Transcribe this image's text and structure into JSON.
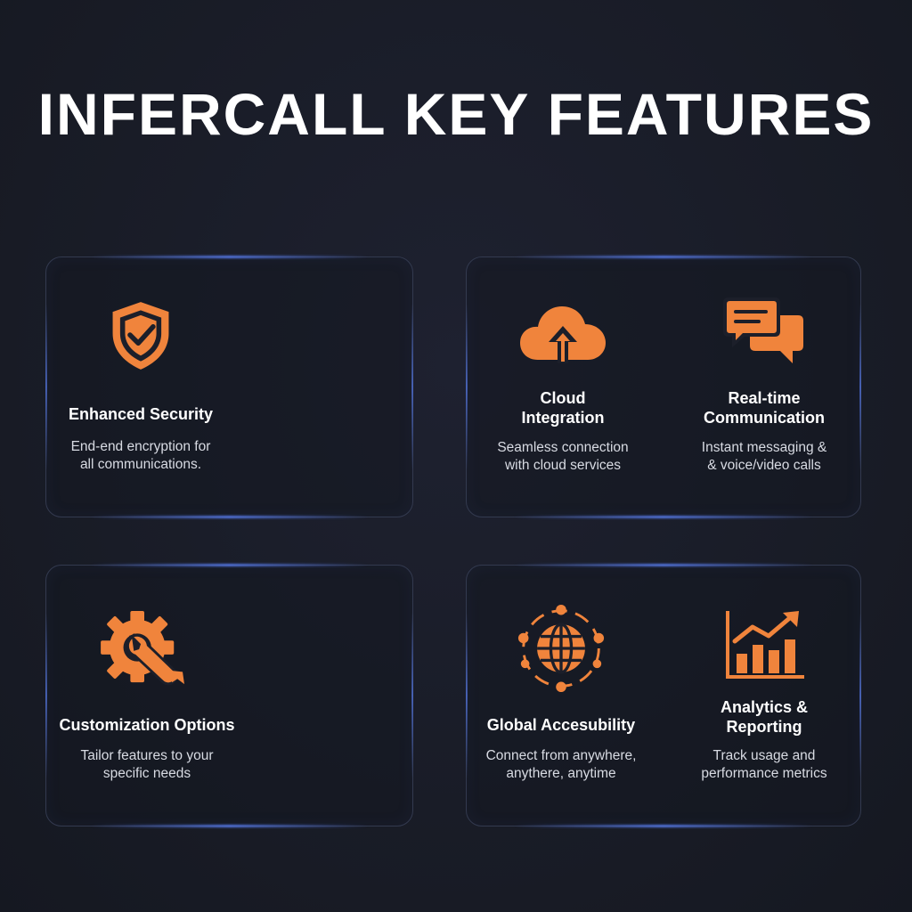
{
  "page": {
    "title": "INFERCALL KEY FEATURES"
  },
  "colors": {
    "accent": "#f0843c",
    "background": "#1a1d28",
    "card_border": "#333a4f",
    "glow": "#5a82ff"
  },
  "features": [
    {
      "icon": "shield-check-icon",
      "title": "Enhanced Security",
      "description": "End-end encryption for\nall communications."
    },
    {
      "icon": "cloud-upload-icon",
      "title": "Cloud\nIntegration",
      "description": "Seamless connection\nwith cloud services"
    },
    {
      "icon": "chat-bubbles-icon",
      "title": "Real-time\nCommunication",
      "description": "Instant messaging &\n& voice/video calls"
    },
    {
      "icon": "gear-wrench-icon",
      "title": "Customization Options",
      "description": "Tailor features to your\nspecific needs"
    },
    {
      "icon": "globe-network-icon",
      "title": "Global Accesubility",
      "description": "Connect from anywhere,\nanythere, anytime"
    },
    {
      "icon": "bar-chart-icon",
      "title": "Analytics &\nReporting",
      "description": "Track usage and\nperformance metrics"
    }
  ]
}
